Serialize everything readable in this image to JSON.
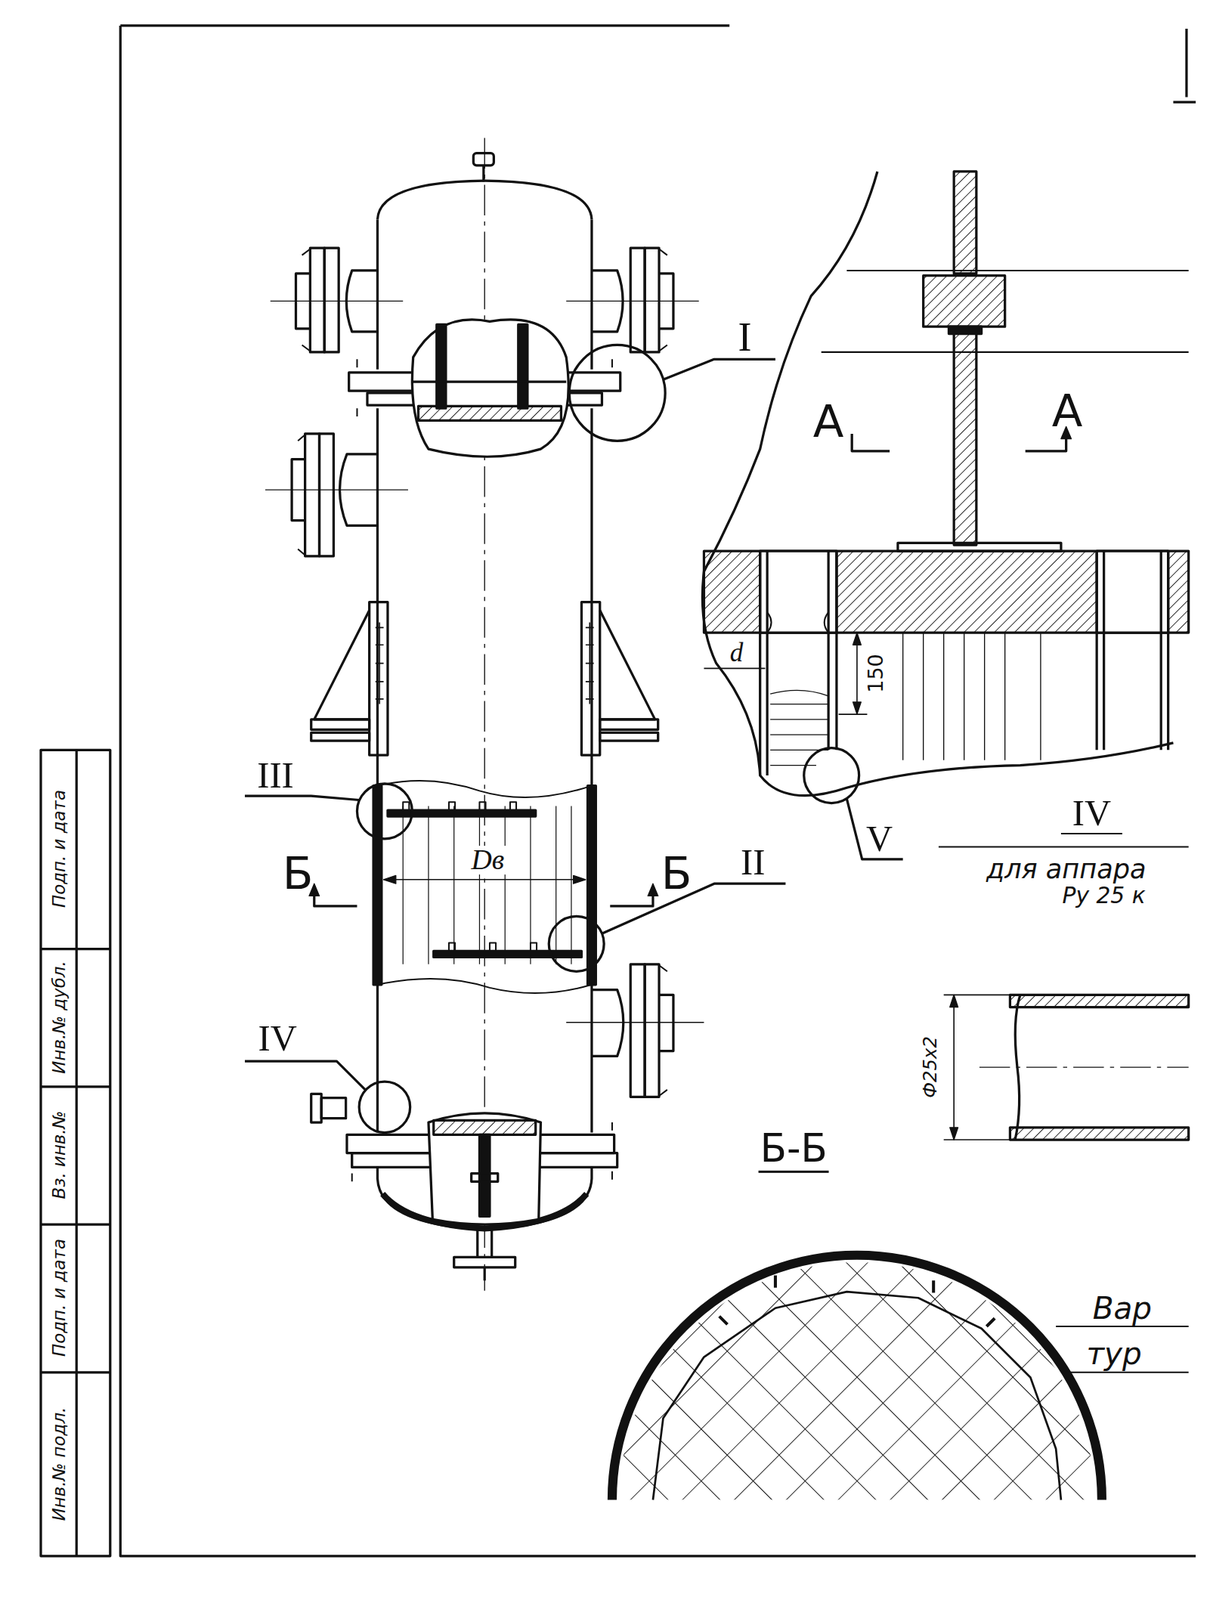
{
  "diagram": {
    "labels": [
      "I",
      "А",
      "А",
      "d",
      "150",
      "III",
      "Б",
      "Dв",
      "Б",
      "II",
      "V",
      "IV",
      "для аппара",
      "Ру 25 к",
      "IV",
      "Ф25х2",
      "Б-Б",
      "Вар",
      "тур",
      "Подп. и дата",
      "Инв.№ дубл.",
      "Вз. инв.№",
      "Подп. и дата",
      "Инв.№ подл."
    ]
  }
}
